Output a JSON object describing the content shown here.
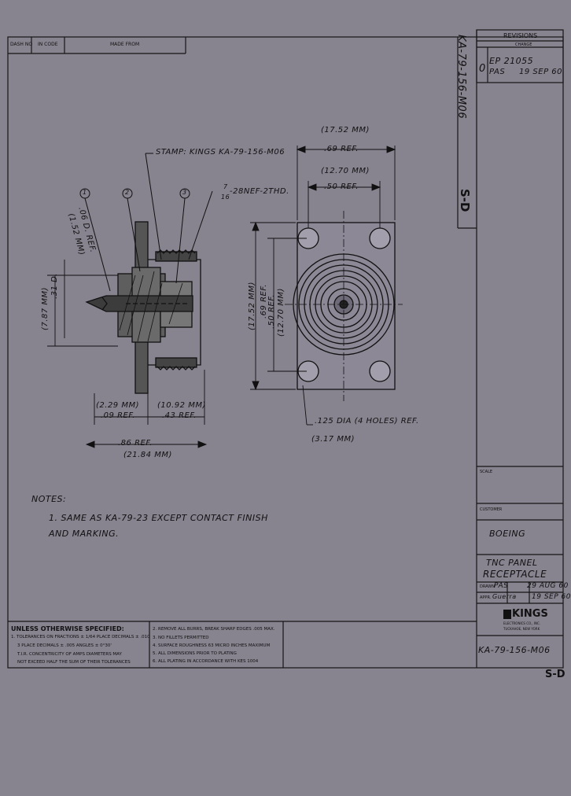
{
  "header": {
    "dash_no": "DASH NO",
    "in_code": "IN CODE",
    "made_from": "MADE FROM"
  },
  "revisions": {
    "title": "REVISIONS",
    "subtitle": "CHANGE",
    "rev_letter": "0",
    "ep": "EP 21055",
    "by": "PAS",
    "date": "19 SEP 60"
  },
  "side_number": "KA-79-156-M06",
  "side_size": "S-D",
  "dimensions": {
    "top_mm": "(17.52 MM)",
    "top_ref": ".69 REF.",
    "mid_mm": "(12.70 MM)",
    "mid_ref": ".50 REF.",
    "stamp": "STAMP: KINGS  KA-79-156-M06",
    "thread_frac_num": "7",
    "thread_frac_den": "16",
    "thread_rest": "-28NEF-2THD.",
    "callout_1": "1",
    "callout_2": "2",
    "callout_3": "3",
    "dia_ref": ".06 D. REF.",
    "dia_mm": "(1.52 MM)",
    "left_in": ".31 D.",
    "left_mm": "(7.87 MM)",
    "side_mm": "(17.52 MM)",
    "side_ref": ".69 REF.",
    "inner_ref": ".50 REF.",
    "inner_mm": "(12.70 MM)",
    "bot_a_mm": "(2.29 MM)",
    "bot_a_ref": ".09 REF.",
    "bot_b_mm": "(10.92 MM)",
    "bot_b_ref": ".43 REF.",
    "overall_ref": ".86 REF.",
    "overall_mm": "(21.84 MM)",
    "holes": ".125 DIA (4 HOLES) REF.",
    "holes_mm": "(3.17 MM)"
  },
  "notes": {
    "heading": "NOTES:",
    "line1": "1. SAME AS KA-79-23 EXCEPT CONTACT FINISH",
    "line2": "AND MARKING."
  },
  "title_block": {
    "scale": "SCALE",
    "customer": "CUSTOMER",
    "customer_value": "BOEING",
    "title_1": "TNC PANEL",
    "title_2": "RECEPTACLE",
    "drawn_label": "DRAWN",
    "drawn_by": "PAS",
    "drawn_date": "29 AUG 60",
    "appr_label": "APPR.",
    "appr_by": "Guerra",
    "appr_date": "19 SEP 60",
    "company": "KINGS",
    "company_sub": "ELECTRONICS CO., INC.",
    "company_sub2": "TUCKAHOE, NEW YORK",
    "dwg_no": "KA-79-156-M06",
    "size": "S-D"
  },
  "spec": {
    "heading": "UNLESS OTHERWISE SPECIFIED:",
    "l1": "1. TOLERANCES ON FRACTIONS ± 1/64 PLACE DECIMALS ± .010",
    "l2": "3 PLACE DECIMALS ± .005        ANGLES ± 0°30'",
    "l3": "T.I.R. CONCENTRICITY OF AMPS DIAMETERS MAY",
    "l4": "NOT EXCEED HALF THE SUM OF THEIR TOLERANCES",
    "r1": "2. REMOVE ALL BURRS, BREAK SHARP EDGES .005 MAX.",
    "r2": "3. NO FILLETS PERMITTED",
    "r3": "4. SURFACE ROUGHNESS 63 MICRO INCHES MAXIMUM",
    "r4": "5. ALL DIMENSIONS PRIOR TO PLATING",
    "r5": "6. ALL PLATING IN ACCORDANCE WITH KES 1004"
  }
}
